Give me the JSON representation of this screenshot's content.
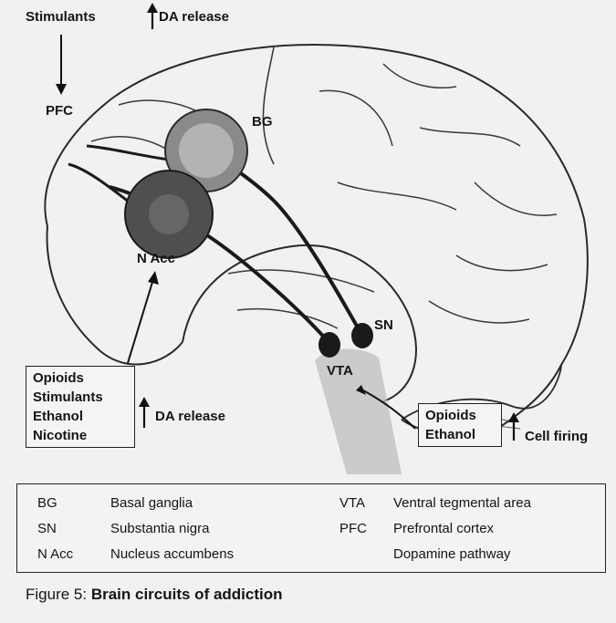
{
  "labels": {
    "stimulants_top": "Stimulants",
    "da_release_top": "DA release",
    "pfc": "PFC",
    "bg": "BG",
    "nacc": "N Acc",
    "sn": "SN",
    "vta": "VTA",
    "da_release_mid": "DA release",
    "cell_firing": "Cell firing"
  },
  "left_box": [
    "Opioids",
    "Stimulants",
    "Ethanol",
    "Nicotine"
  ],
  "right_box": [
    "Opioids",
    "Ethanol"
  ],
  "legend": {
    "left": [
      {
        "abbr": "BG",
        "term": "Basal ganglia"
      },
      {
        "abbr": "SN",
        "term": "Substantia nigra"
      },
      {
        "abbr": "N Acc",
        "term": "Nucleus accumbens"
      }
    ],
    "right": [
      {
        "abbr": "VTA",
        "term": "Ventral tegmental area"
      },
      {
        "abbr": "PFC",
        "term": "Prefrontal cortex"
      },
      {
        "abbr": "",
        "term": "Dopamine pathway"
      }
    ]
  },
  "caption": {
    "prefix": "Figure 5: ",
    "title": "Brain circuits of addiction"
  }
}
